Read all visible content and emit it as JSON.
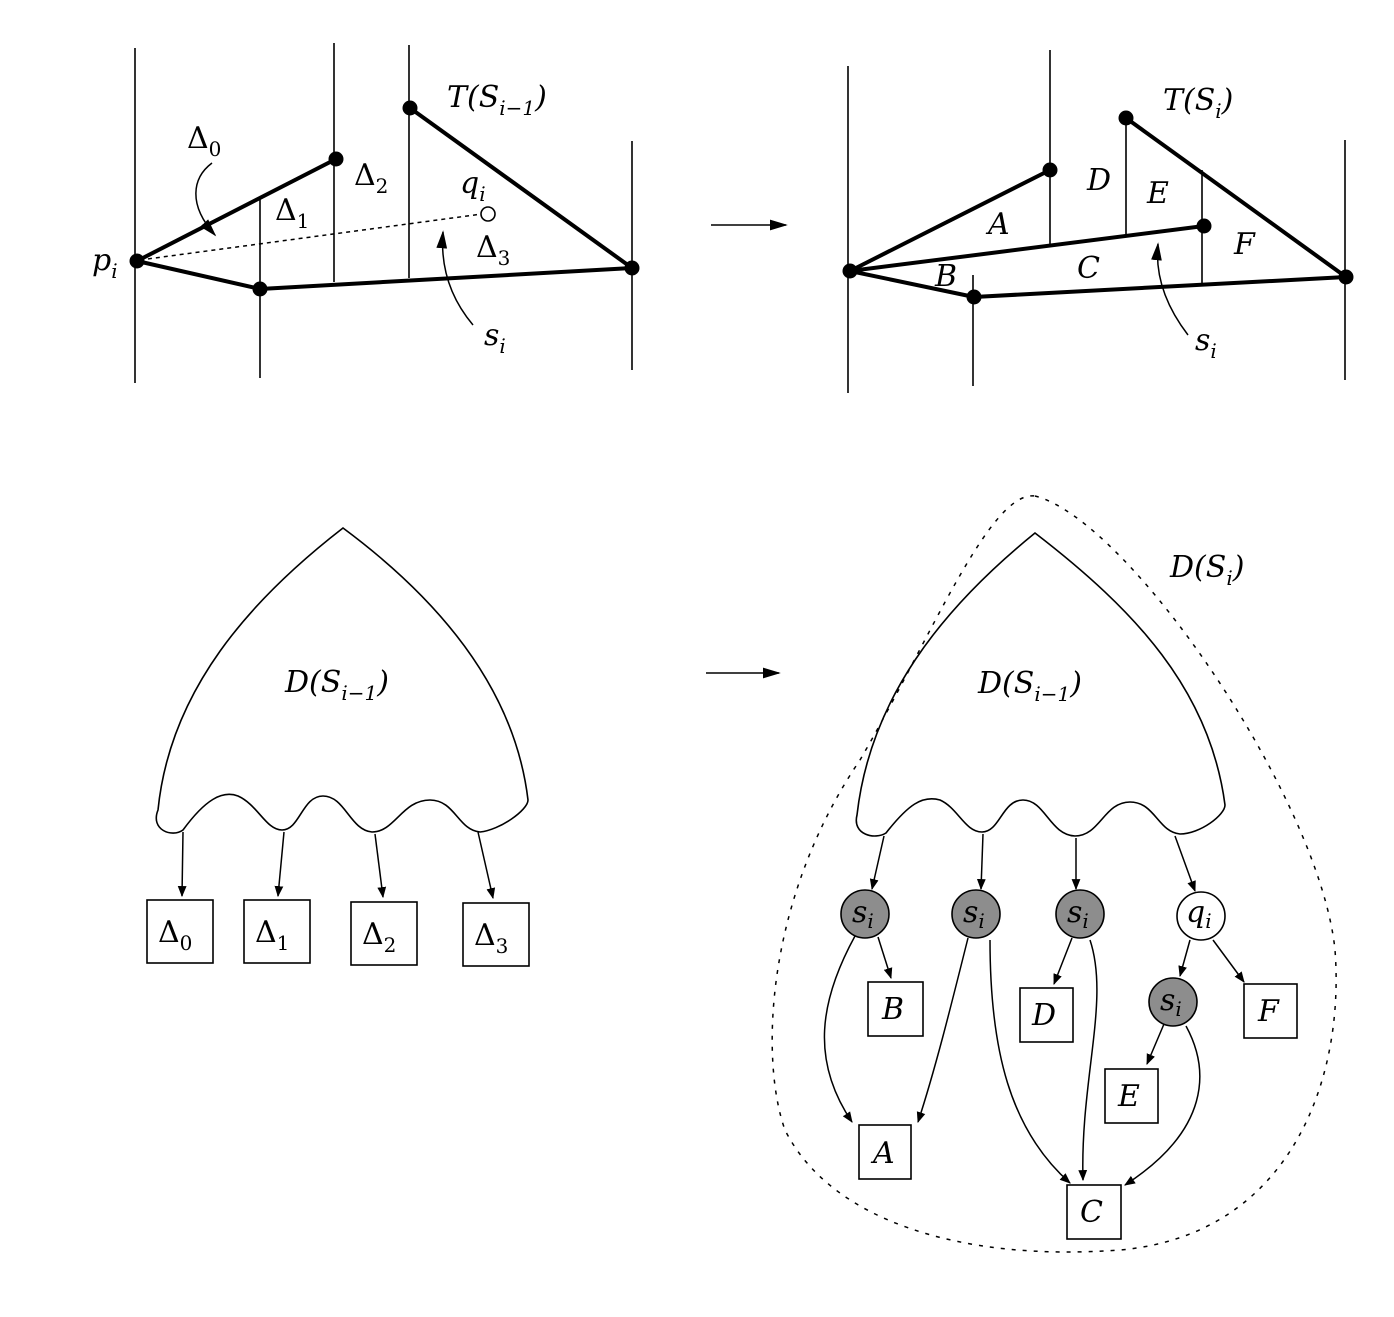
{
  "top_left": {
    "title": "T(S",
    "title_sub": "i−1",
    "title_close": ")",
    "p_label": "p",
    "p_sub": "i",
    "q_label": "q",
    "q_sub": "i",
    "s_label": "s",
    "s_sub": "i",
    "delta_symbol": "Δ",
    "region_subs": [
      "0",
      "1",
      "2",
      "3"
    ]
  },
  "top_right": {
    "title": "T(S",
    "title_sub": "i",
    "title_close": ")",
    "s_label": "s",
    "s_sub": "i",
    "regions": [
      "A",
      "B",
      "C",
      "D",
      "E",
      "F"
    ]
  },
  "bottom_left": {
    "blob_label": "D(S",
    "blob_sub": "i−1",
    "blob_close": ")",
    "delta_symbol": "Δ",
    "leaves": [
      "0",
      "1",
      "2",
      "3"
    ]
  },
  "bottom_right": {
    "outer_label": "D(S",
    "outer_sub": "i",
    "outer_close": ")",
    "blob_label": "D(S",
    "blob_sub": "i−1",
    "blob_close": ")",
    "s_node": "s",
    "s_node_sub": "i",
    "q_node": "q",
    "q_node_sub": "i",
    "leaves": [
      "A",
      "B",
      "C",
      "D",
      "E",
      "F"
    ]
  },
  "colors": {
    "stroke": "#000000",
    "node_fill": "#8d8d8d",
    "background": "#ffffff"
  }
}
